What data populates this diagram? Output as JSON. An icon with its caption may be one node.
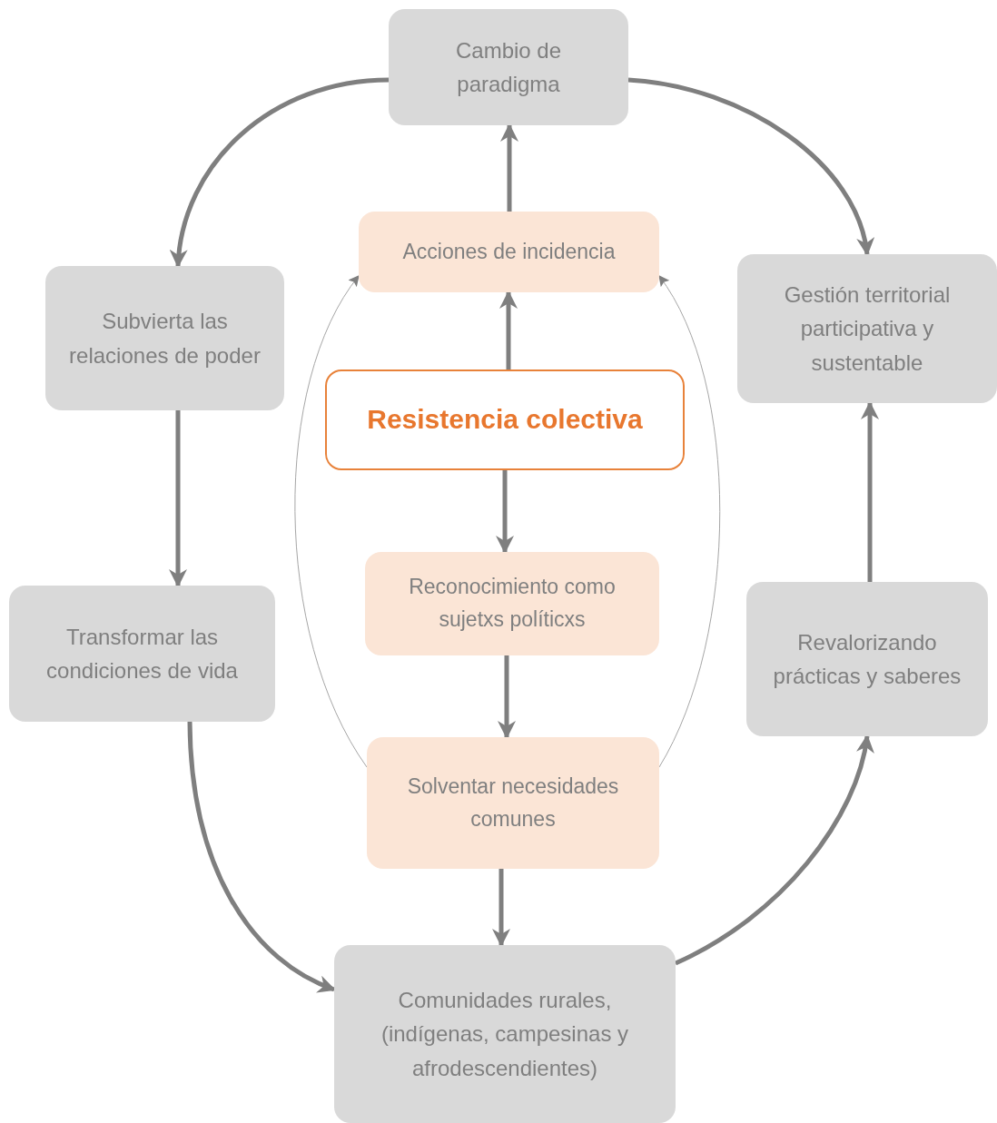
{
  "diagram": {
    "nodes": [
      {
        "text": [
          "Cambio de paradigma"
        ]
      },
      {
        "text": [
          "Subvierta las relaciones de poder"
        ]
      },
      {
        "text": [
          "Gestión territorial participativa y sustentable"
        ]
      },
      {
        "text": [
          "Acciones de incidencia"
        ]
      },
      {
        "text": [
          "Resistencia colectiva"
        ]
      },
      {
        "text": [
          "Reconocimiento como sujetxs políticxs"
        ]
      },
      {
        "text": [
          "Transformar las condiciones de vida"
        ]
      },
      {
        "text": [
          "Revalorizando prácticas y saberes"
        ]
      },
      {
        "text": [
          "Solventar necesidades comunes"
        ]
      },
      {
        "text": [
          "Comunidades rurales, (indígenas, campesinas y afrodescendientes)"
        ]
      }
    ],
    "edges": [
      {
        "from": 0,
        "to": 1,
        "arrow": "to"
      },
      {
        "from": 0,
        "to": 2,
        "arrow": "to"
      },
      {
        "from": 1,
        "to": 6,
        "arrow": "to"
      },
      {
        "from": 6,
        "to": 9,
        "arrow": "to"
      },
      {
        "from": 9,
        "to": 7,
        "arrow": "to"
      },
      {
        "from": 7,
        "to": 2,
        "arrow": "to"
      },
      {
        "from": 4,
        "to": 3,
        "arrow": "to"
      },
      {
        "from": 3,
        "to": 0,
        "arrow": "to"
      },
      {
        "from": 4,
        "to": 5,
        "arrow": "to"
      },
      {
        "from": 5,
        "to": 8,
        "arrow": "to"
      },
      {
        "from": 8,
        "to": 9,
        "arrow": "to"
      },
      {
        "from": 8,
        "to": 3,
        "arrow": "to",
        "color": "#a6a6a6"
      },
      {
        "from": 8,
        "to": 3,
        "arrow": "to",
        "color": "#a6a6a6"
      }
    ]
  }
}
